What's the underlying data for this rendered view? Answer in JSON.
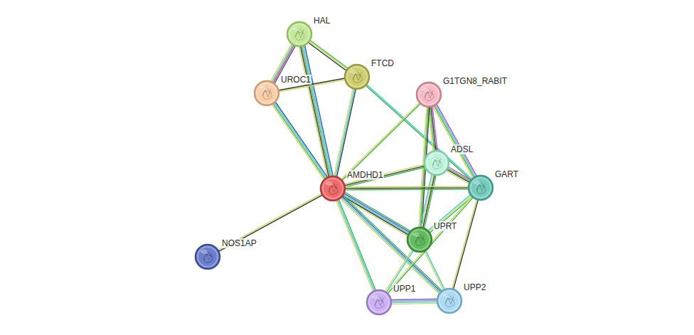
{
  "diagram": {
    "nodes": [
      {
        "text": [
          "HAL"
        ]
      },
      {
        "text": [
          "FTCD"
        ]
      },
      {
        "text": [
          "UROC1"
        ]
      },
      {
        "text": [
          "G1TGN8_RABIT"
        ]
      },
      {
        "text": [
          "ADSL"
        ]
      },
      {
        "text": [
          "GART"
        ]
      },
      {
        "text": [
          "AMDHD1"
        ]
      },
      {
        "text": [
          "UPRT"
        ]
      },
      {
        "text": [
          "NOS1AP"
        ]
      },
      {
        "text": [
          "UPP1"
        ]
      },
      {
        "text": [
          "UPP2"
        ]
      }
    ],
    "edges": [
      {
        "from": 0,
        "to": 2,
        "arrow": "none"
      },
      {
        "from": 0,
        "to": 1,
        "arrow": "none"
      },
      {
        "from": 0,
        "to": 6,
        "arrow": "none"
      },
      {
        "from": 2,
        "to": 1,
        "arrow": "none"
      },
      {
        "from": 2,
        "to": 6,
        "arrow": "none"
      },
      {
        "from": 1,
        "to": 6,
        "arrow": "none"
      },
      {
        "from": 1,
        "to": 5,
        "arrow": "none"
      },
      {
        "from": 3,
        "to": 6,
        "arrow": "none"
      },
      {
        "from": 3,
        "to": 4,
        "arrow": "none"
      },
      {
        "from": 3,
        "to": 5,
        "arrow": "none"
      },
      {
        "from": 3,
        "to": 7,
        "arrow": "none"
      },
      {
        "from": 4,
        "to": 6,
        "arrow": "none"
      },
      {
        "from": 4,
        "to": 5,
        "arrow": "none"
      },
      {
        "from": 4,
        "to": 7,
        "arrow": "none"
      },
      {
        "from": 5,
        "to": 6,
        "arrow": "none"
      },
      {
        "from": 5,
        "to": 7,
        "arrow": "none"
      },
      {
        "from": 5,
        "to": 10,
        "arrow": "none"
      },
      {
        "from": 6,
        "to": 7,
        "arrow": "none"
      },
      {
        "from": 6,
        "to": 9,
        "arrow": "none"
      },
      {
        "from": 6,
        "to": 10,
        "arrow": "none"
      },
      {
        "from": 6,
        "to": 8,
        "arrow": "none"
      },
      {
        "from": 7,
        "to": 9,
        "arrow": "none"
      },
      {
        "from": 7,
        "to": 10,
        "arrow": "none"
      },
      {
        "from": 9,
        "to": 10,
        "arrow": "none"
      },
      {
        "from": 9,
        "to": 5,
        "arrow": "none"
      }
    ]
  }
}
